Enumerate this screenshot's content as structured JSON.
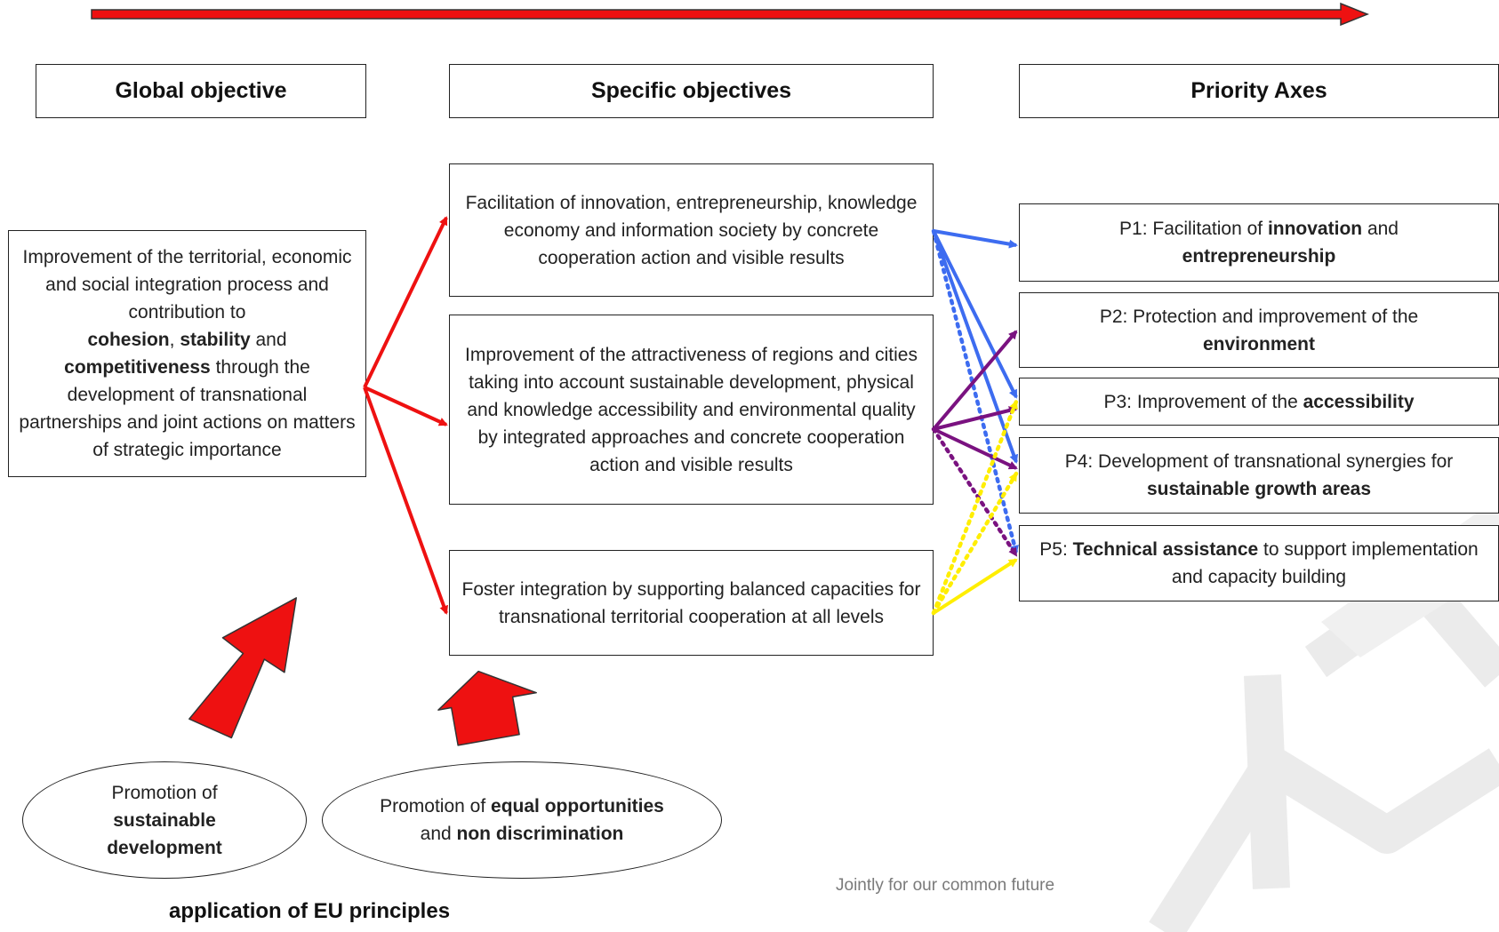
{
  "headers": {
    "global": "Global objective",
    "specific": "Specific objectives",
    "priority": "Priority Axes"
  },
  "global_objective": {
    "line1": "Improvement of the territorial, economic and social integration process and contribution to",
    "bold1": "cohesion",
    "sep1": ", ",
    "bold2": "stability",
    "sep2": " and",
    "bold3": "competitiveness",
    "line2": " through the development of transnational partnerships and joint actions on matters of strategic importance"
  },
  "specific_objectives": {
    "so1": "Facilitation of innovation, entrepreneurship, knowledge economy and information society by concrete cooperation action and visible results",
    "so2": "Improvement of the attractiveness of regions and cities taking into account sustainable development, physical and knowledge accessibility and environmental quality by integrated approaches and concrete cooperation action and visible results",
    "so3": "Foster integration by supporting balanced capacities for transnational territorial cooperation at all levels"
  },
  "priority_axes": {
    "p1_pre": "P1: Facilitation of ",
    "p1_b1": "innovation",
    "p1_mid": " and",
    "p1_b2": "entrepreneurship",
    "p2_pre": "P2: Protection and improvement of the",
    "p2_b": "environment",
    "p3_pre": "P3: Improvement of the ",
    "p3_b": "accessibility",
    "p4_pre": "P4: Development of transnational synergies for ",
    "p4_b": "sustainable growth areas",
    "p5_pre": "P5: ",
    "p5_b": "Technical assistance",
    "p5_post": " to support implementation and capacity building"
  },
  "principles": {
    "sustainable_pre": "Promotion of",
    "sustainable_b": "sustainable development",
    "equal_pre": "Promotion of ",
    "equal_b1": "equal opportunities",
    "equal_mid": "and ",
    "equal_b2": "non discrimination",
    "label": "application of EU principles"
  },
  "tagline": "Jointly for our common future",
  "colors": {
    "red": "#ee1111",
    "blue": "#3d6cf0",
    "purple": "#7a1280",
    "yellow": "#ffee00",
    "border": "#222222"
  }
}
